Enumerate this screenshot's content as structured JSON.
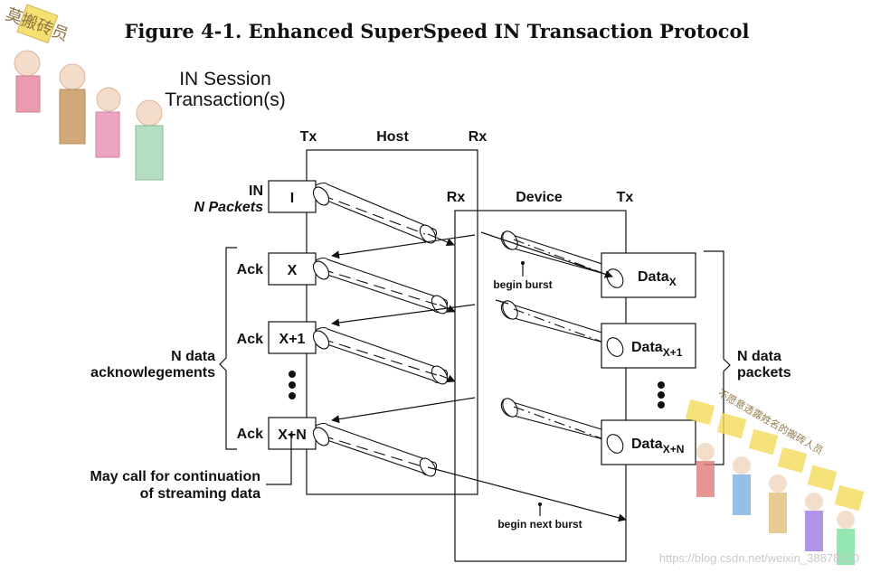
{
  "figure": {
    "title": "Figure 4-1.  Enhanced SuperSpeed IN Transaction Protocol"
  },
  "labels": {
    "in_session_line1": "IN Session",
    "in_session_line2": "Transaction(s)",
    "host": "Host",
    "host_tx": "Tx",
    "host_rx": "Rx",
    "device": "Device",
    "device_rx": "Rx",
    "device_tx": "Tx",
    "in_line1": "IN",
    "in_line2": "N Packets",
    "ack": "Ack",
    "n_data_ack_line1": "N data",
    "n_data_ack_line2": "acknowlegements",
    "n_data_packets_line1": "N data",
    "n_data_packets_line2": "packets",
    "may_call_line1": "May call for continuation",
    "may_call_line2": "of streaming data",
    "begin_burst": "begin burst",
    "begin_next_burst": "begin next burst"
  },
  "host_boxes": [
    "I",
    "X",
    "X+1",
    "X+N"
  ],
  "device_boxes": [
    {
      "base": "Data",
      "sub": "X"
    },
    {
      "base": "Data",
      "sub": "X+1"
    },
    {
      "base": "Data",
      "sub": "X+N"
    }
  ],
  "watermark": {
    "text": "https://blog.csdn.net/weixin_38878510",
    "stamp_top_left": "莫搬砖员",
    "stamp_bottom_right": "不愿意透露姓名的搬砖人员"
  }
}
